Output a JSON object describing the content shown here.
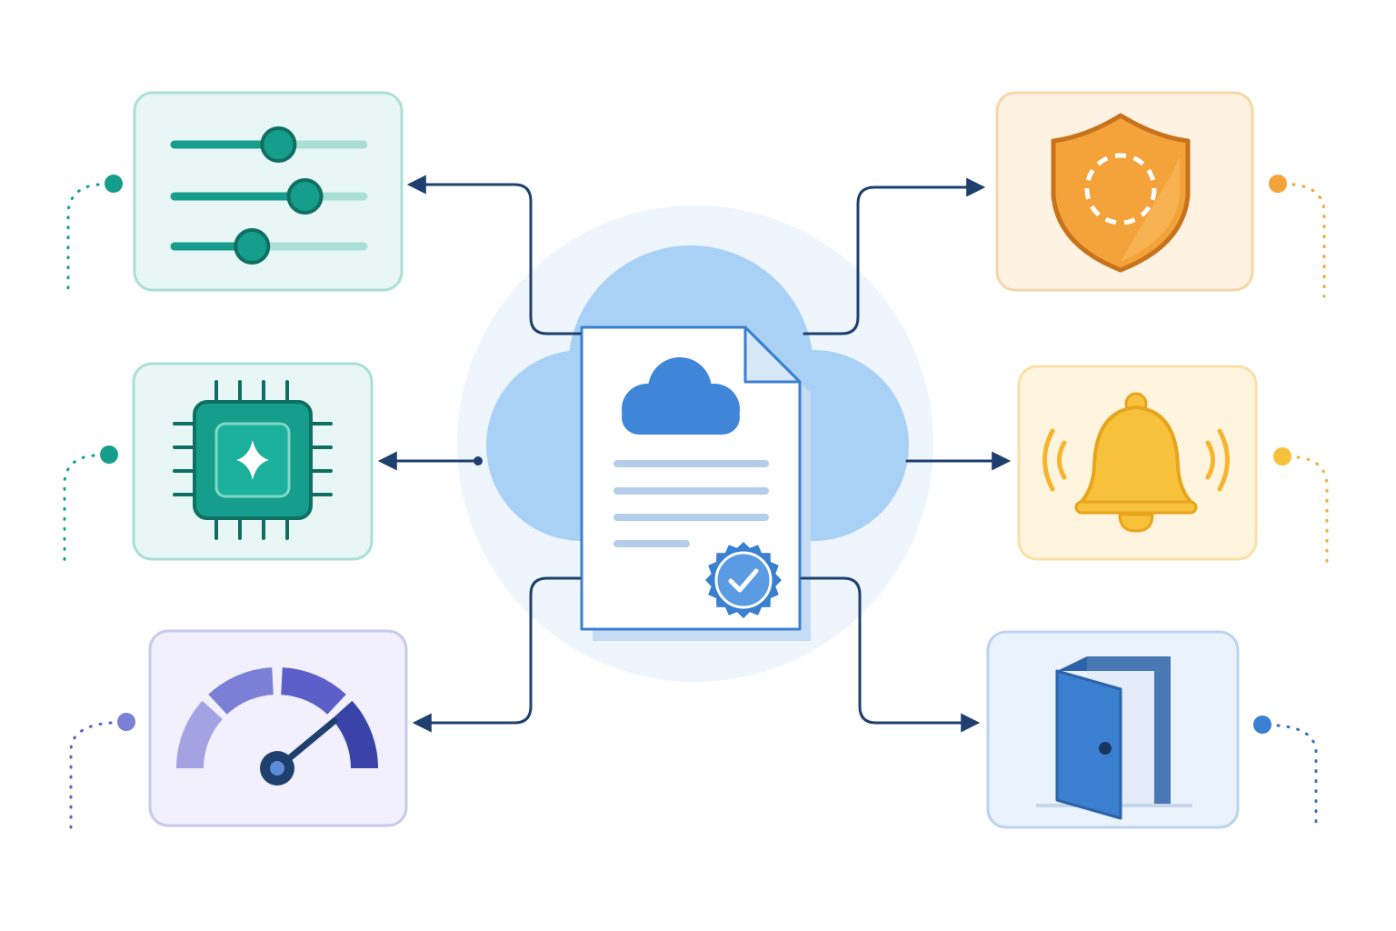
{
  "diagram": {
    "center": {
      "icon": "cloud-document-verified-icon",
      "lines": 4,
      "badge_icon": "verified-check-badge-icon"
    },
    "nodes": [
      {
        "id": "settings",
        "icon": "sliders-icon",
        "slider_levels": [
          0.55,
          0.69,
          0.41
        ]
      },
      {
        "id": "processor",
        "icon": "ai-chip-icon"
      },
      {
        "id": "performance",
        "icon": "speedometer-gauge-icon",
        "gauge_level": 0.78
      },
      {
        "id": "security",
        "icon": "shield-icon"
      },
      {
        "id": "notifications",
        "icon": "ringing-bell-icon"
      },
      {
        "id": "exit",
        "icon": "open-door-icon"
      }
    ],
    "colors": {
      "teal": "#159e8c",
      "teal_light": "#aadfd6",
      "purple": "#7b7fd6",
      "orange": "#f4a23a",
      "yellow": "#f8c13c",
      "blue": "#3a7fd0",
      "navy": "#1f3f6e",
      "cloud": "#a9d0f5"
    }
  }
}
